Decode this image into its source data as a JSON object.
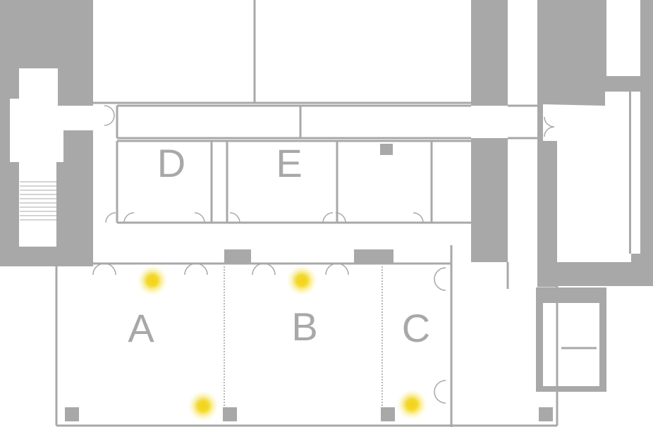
{
  "map": {
    "colors": {
      "background": "#ffffff",
      "wall": "#a8a8a8",
      "room_label": "#a8a8a8",
      "highlight_core": "#f2d21a",
      "highlight_glow": "#fbf1a0"
    },
    "rooms": [
      {
        "id": "A",
        "label": "A"
      },
      {
        "id": "B",
        "label": "B"
      },
      {
        "id": "C",
        "label": "C"
      },
      {
        "id": "D",
        "label": "D"
      },
      {
        "id": "E",
        "label": "E"
      }
    ],
    "highlight_markers": [
      {
        "id": "light-a-top"
      },
      {
        "id": "light-a-bottom"
      },
      {
        "id": "light-b-top"
      },
      {
        "id": "light-c-bottom"
      }
    ]
  }
}
